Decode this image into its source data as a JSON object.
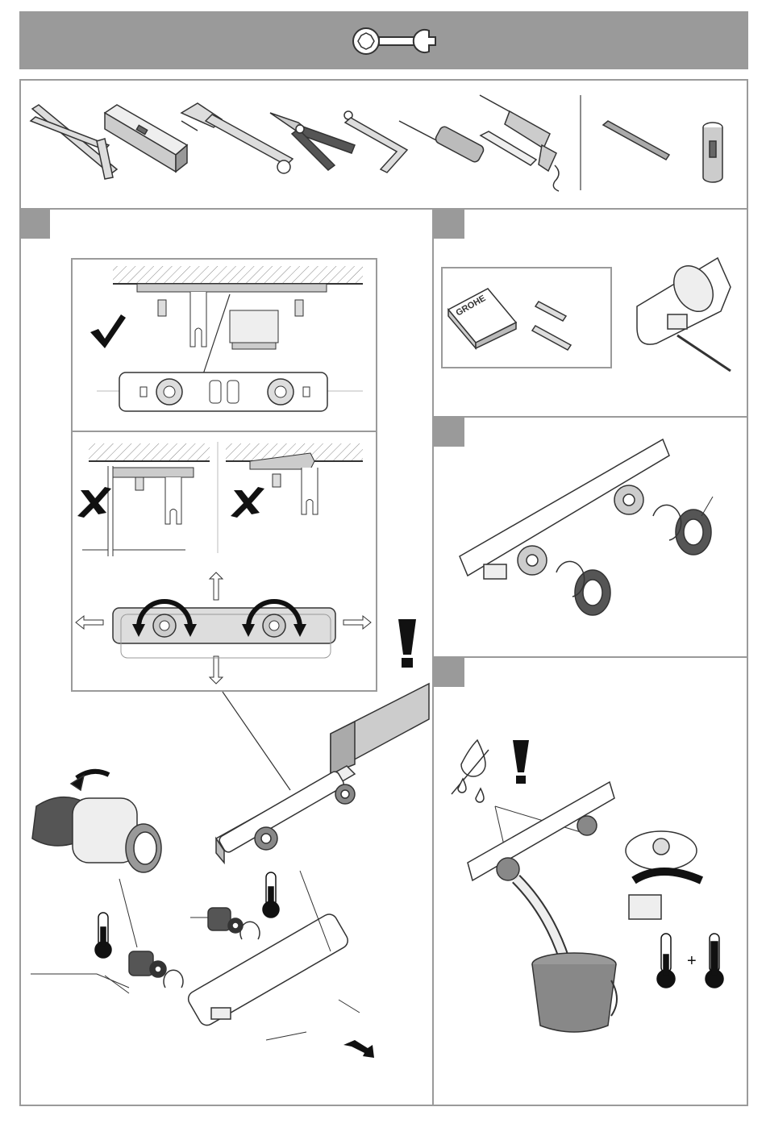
{
  "brand": {
    "logo_text": "GROHE"
  },
  "colors": {
    "panel_gray": "#9a9a9a",
    "line_dark": "#333333",
    "fill_light": "#e6e6e6",
    "fill_mid": "#bdbdbd",
    "fill_dark": "#4a4a4a"
  },
  "icons": {
    "header": "wrench-icon",
    "ok_mark": "checkmark-icon",
    "wrong_mark": "cross-icon",
    "warning": "exclamation-icon",
    "temperature": "thermometer-icon",
    "plus": "+"
  },
  "tools": [
    "folding-rule",
    "spirit-level",
    "adjustable-wrench",
    "pliers",
    "hex-key",
    "screwdriver",
    "pencil",
    "drill",
    "drill-bit",
    "socket-tool"
  ]
}
